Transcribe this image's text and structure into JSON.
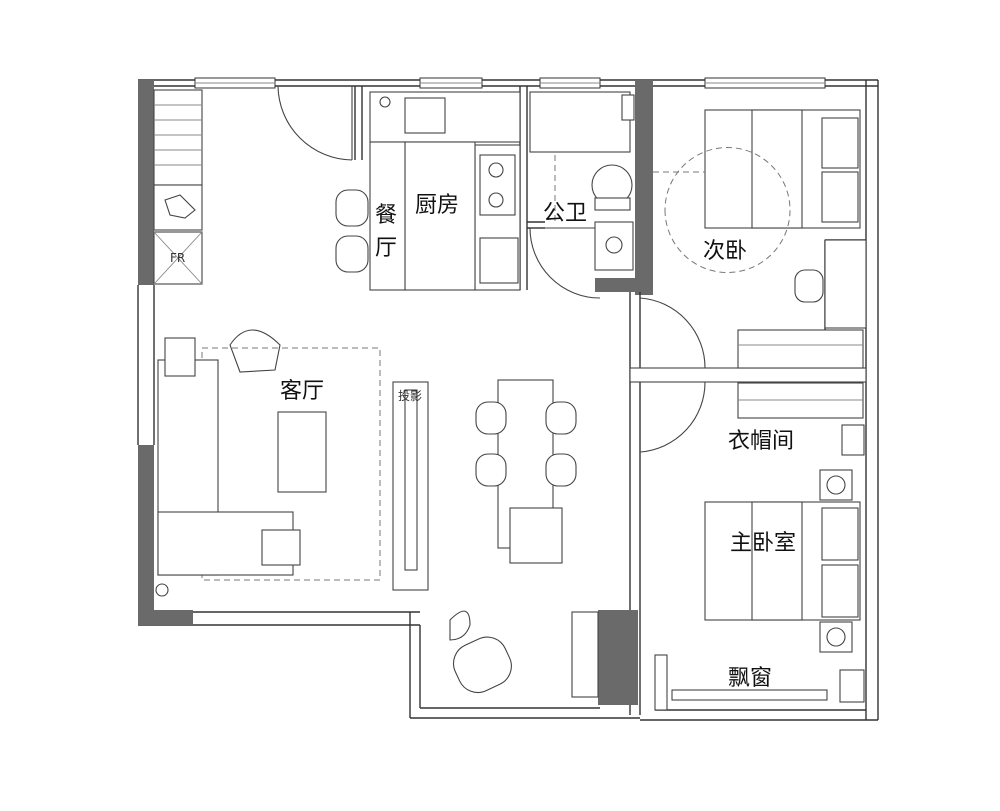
{
  "rooms": {
    "dining_line1": "餐",
    "dining_line2": "厅",
    "kitchen": "厨房",
    "bathroom": "公卫",
    "second_bedroom": "次卧",
    "living_room": "客厅",
    "cloakroom": "衣帽间",
    "master_bedroom": "主卧室",
    "bay_window": "飘窗"
  },
  "labels": {
    "fridge": "FR",
    "tv_panel": "投影"
  },
  "colors": {
    "wall": "#6a6a6a",
    "line": "#444444",
    "background": "#ffffff"
  }
}
